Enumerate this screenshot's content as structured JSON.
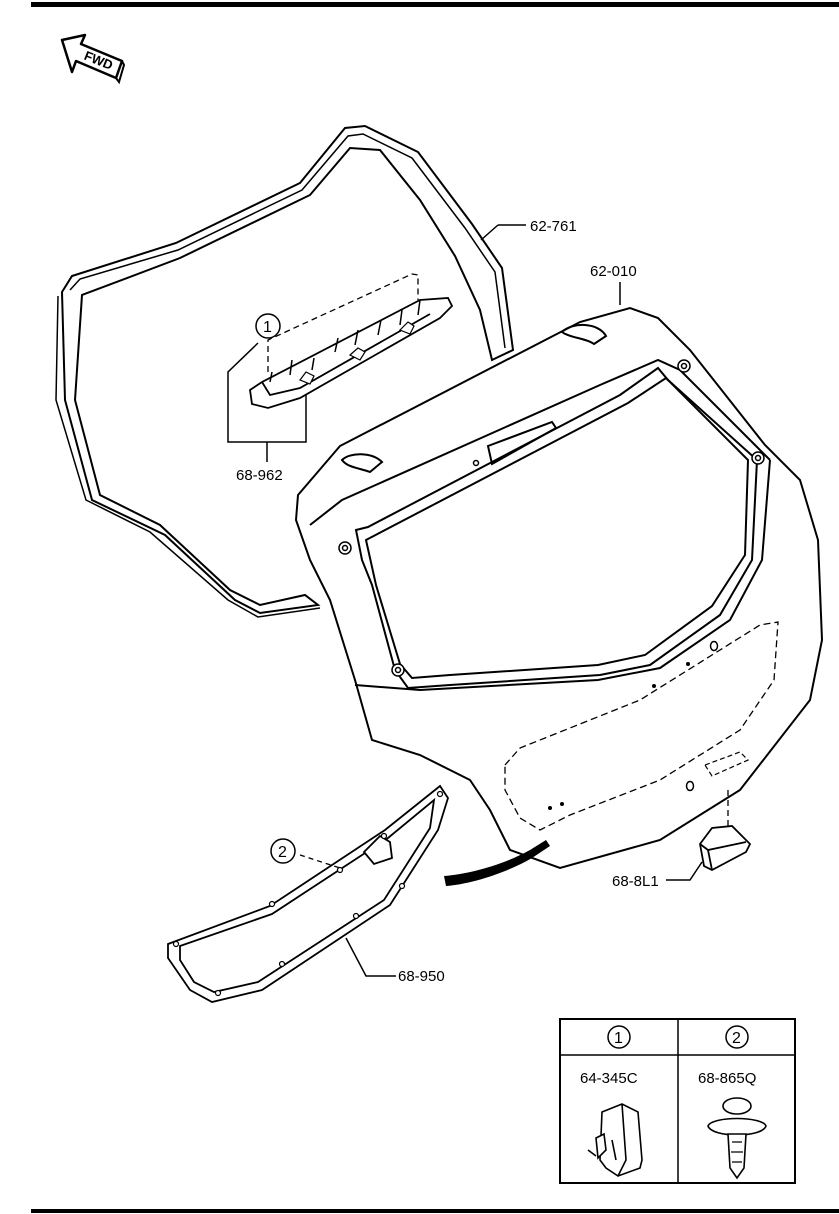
{
  "orientation": {
    "arrow_label": "FWD"
  },
  "parts": {
    "glass_seal": "62-761",
    "liftgate_panel": "62-010",
    "stop_lamp": "68-962",
    "handle_bracket": "68-8L1",
    "trim_panel": "68-950"
  },
  "callouts": {
    "one": "1",
    "two": "2"
  },
  "fastener_table": {
    "columns": [
      {
        "number": "1",
        "part": "64-345C",
        "icon": "clip-icon"
      },
      {
        "number": "2",
        "part": "68-865Q",
        "icon": "push-rivet-icon"
      }
    ]
  },
  "colors": {
    "line": "#000000",
    "background": "#ffffff",
    "seal_strip": "#1a1a1a"
  }
}
